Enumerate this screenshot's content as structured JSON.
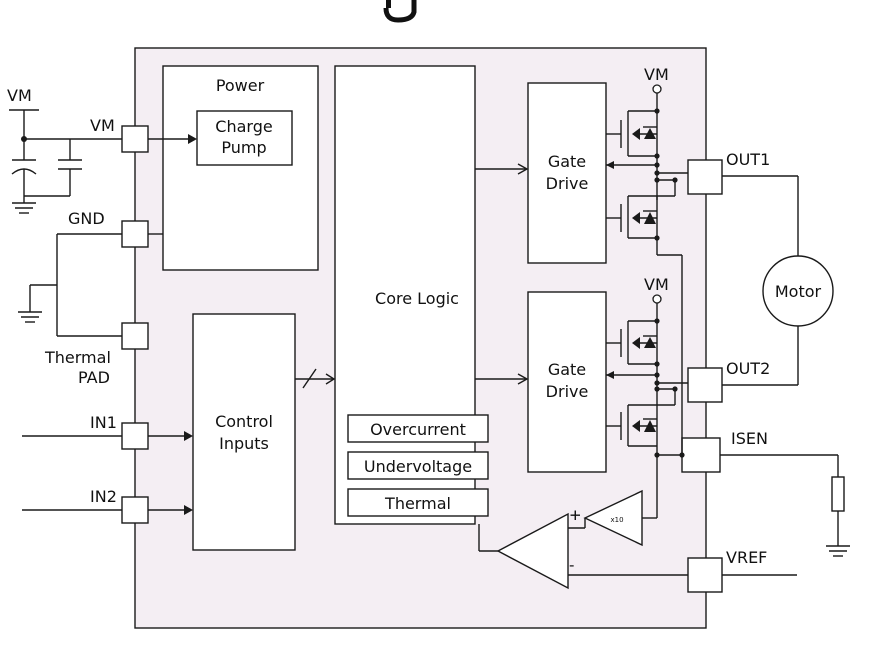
{
  "colors": {
    "chip_fill": "#f4eef3",
    "line": "#1a1a1a",
    "background": "#ffffff"
  },
  "blocks": {
    "power": "Power",
    "charge_pump_line1": "Charge",
    "charge_pump_line2": "Pump",
    "core_logic": "Core Logic",
    "overcurrent": "Overcurrent",
    "undervoltage": "Undervoltage",
    "thermal": "Thermal",
    "control_inputs_line1": "Control",
    "control_inputs_line2": "Inputs",
    "gate_drive_1_line1": "Gate",
    "gate_drive_1_line2": "Drive",
    "gate_drive_2_line1": "Gate",
    "gate_drive_2_line2": "Drive",
    "motor": "Motor",
    "amp_gain": "x10",
    "amp_plus": "+",
    "comp_plus": "+",
    "comp_minus": "-"
  },
  "pins": {
    "vm_supply": "VM",
    "vm": "VM",
    "gnd": "GND",
    "thermal_pad_line1": "Thermal",
    "thermal_pad_line2": "PAD",
    "in1": "IN1",
    "in2": "IN2",
    "out1": "OUT1",
    "out2": "OUT2",
    "isen": "ISEN",
    "vref": "VREF",
    "vm_top": "VM",
    "vm_mid": "VM"
  }
}
